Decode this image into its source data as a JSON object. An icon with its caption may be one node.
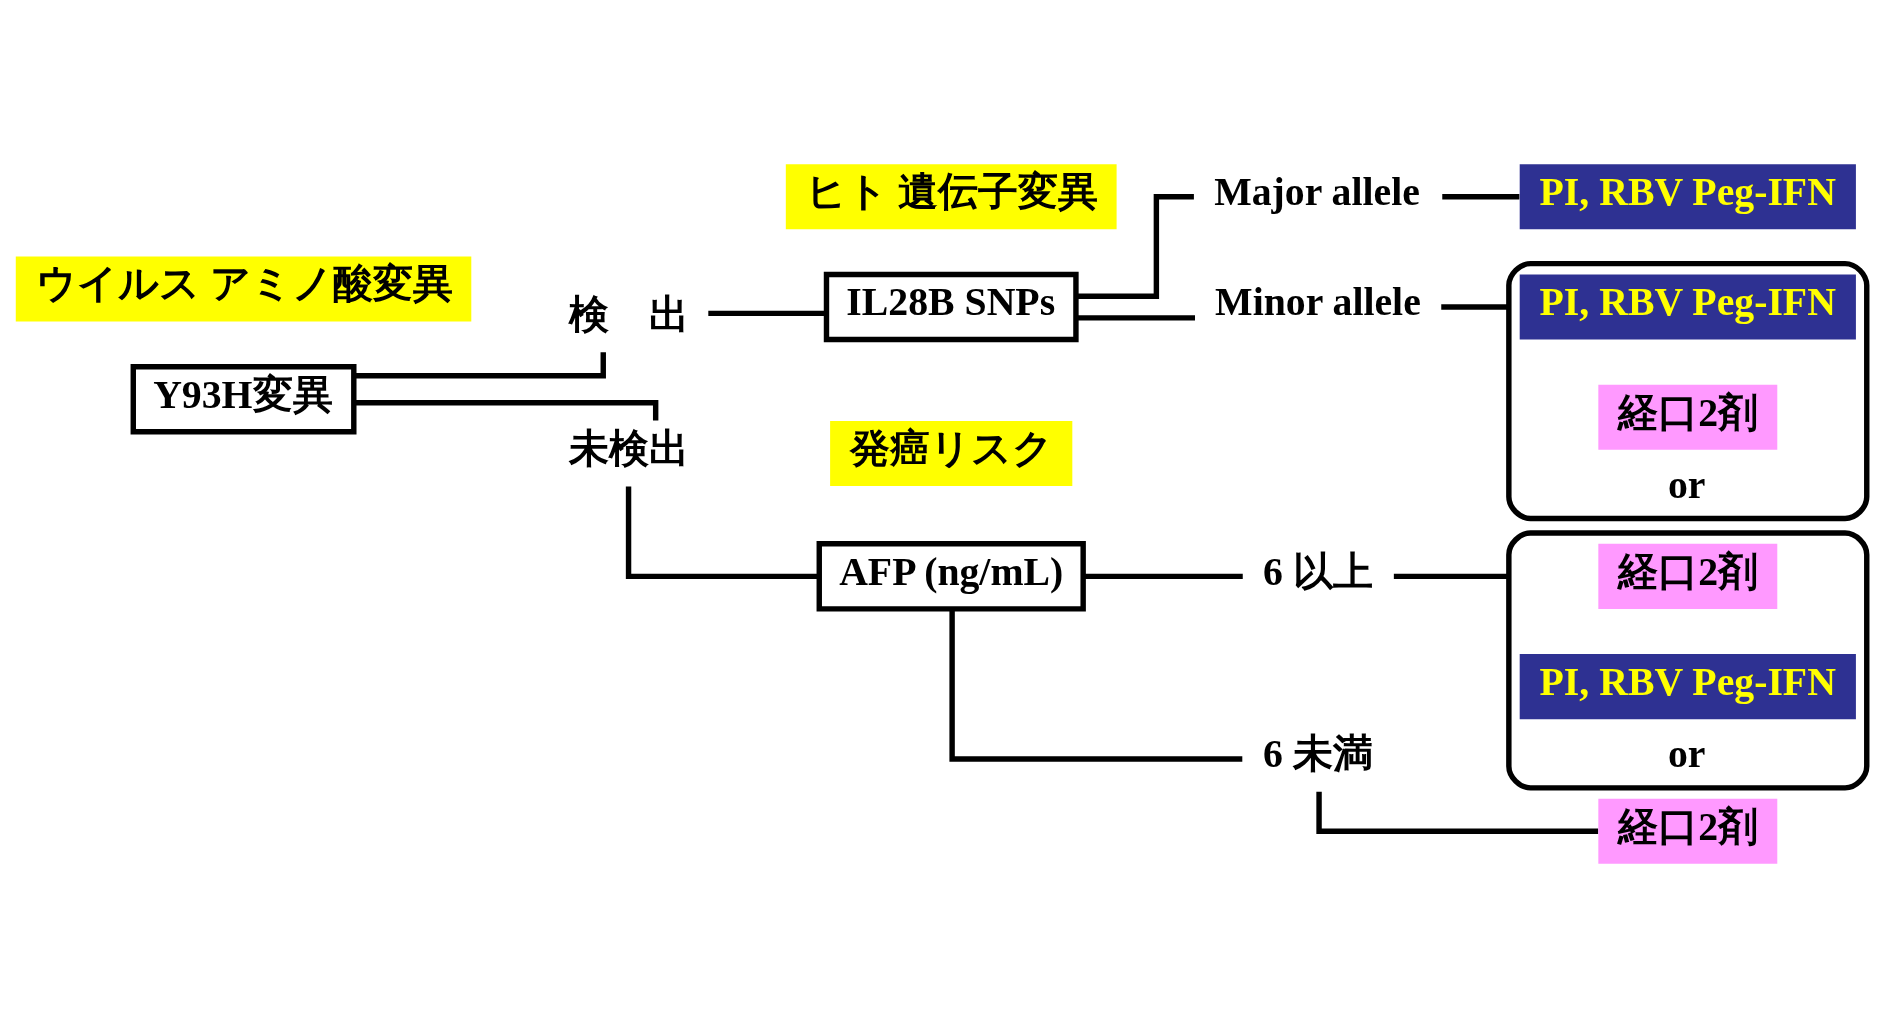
{
  "diagram": {
    "nodes": [
      {
        "text": [
          "Y93H変異"
        ]
      },
      {
        "text": [
          "ウイルス アミノ酸変異"
        ]
      },
      {
        "text": [
          "検　出"
        ]
      },
      {
        "text": [
          "未検出"
        ]
      },
      {
        "text": [
          "IL28B SNPs"
        ]
      },
      {
        "text": [
          "ヒト 遺伝子変異"
        ]
      },
      {
        "text": [
          "発癌リスク"
        ]
      },
      {
        "text": [
          "AFP (ng/mL)"
        ]
      },
      {
        "text": [
          "Major allele"
        ]
      },
      {
        "text": [
          "Minor allele"
        ]
      },
      {
        "text": [
          "6 以上"
        ]
      },
      {
        "text": [
          "6 未満"
        ]
      },
      {
        "text": [
          "PI, RBV Peg-IFN"
        ]
      },
      {
        "text": [
          "or"
        ]
      },
      {
        "text": [
          "PI, RBV Peg-IFN"
        ],
        "in": 13
      },
      {
        "text": [
          "経口2剤"
        ],
        "in": 13
      },
      {
        "text": [
          "or"
        ]
      },
      {
        "text": [
          "経口2剤"
        ],
        "in": 16
      },
      {
        "text": [
          "PI, RBV Peg-IFN"
        ],
        "in": 16
      },
      {
        "text": [
          "経口2剤"
        ]
      }
    ],
    "edges": [
      {
        "from": 0,
        "to": 2,
        "arrow": "none"
      },
      {
        "from": 0,
        "to": 3,
        "arrow": "none"
      },
      {
        "from": 2,
        "to": 4,
        "arrow": "none"
      },
      {
        "from": 3,
        "to": 7,
        "arrow": "none"
      },
      {
        "from": 4,
        "to": 8,
        "arrow": "none"
      },
      {
        "from": 4,
        "to": 9,
        "arrow": "none"
      },
      {
        "from": 7,
        "to": 10,
        "arrow": "none"
      },
      {
        "from": 7,
        "to": 11,
        "arrow": "none"
      },
      {
        "from": 8,
        "to": 12,
        "arrow": "none"
      },
      {
        "from": 9,
        "to": 13,
        "arrow": "none"
      },
      {
        "from": 10,
        "to": 16,
        "arrow": "none"
      },
      {
        "from": 11,
        "to": 19,
        "arrow": "none"
      }
    ]
  }
}
